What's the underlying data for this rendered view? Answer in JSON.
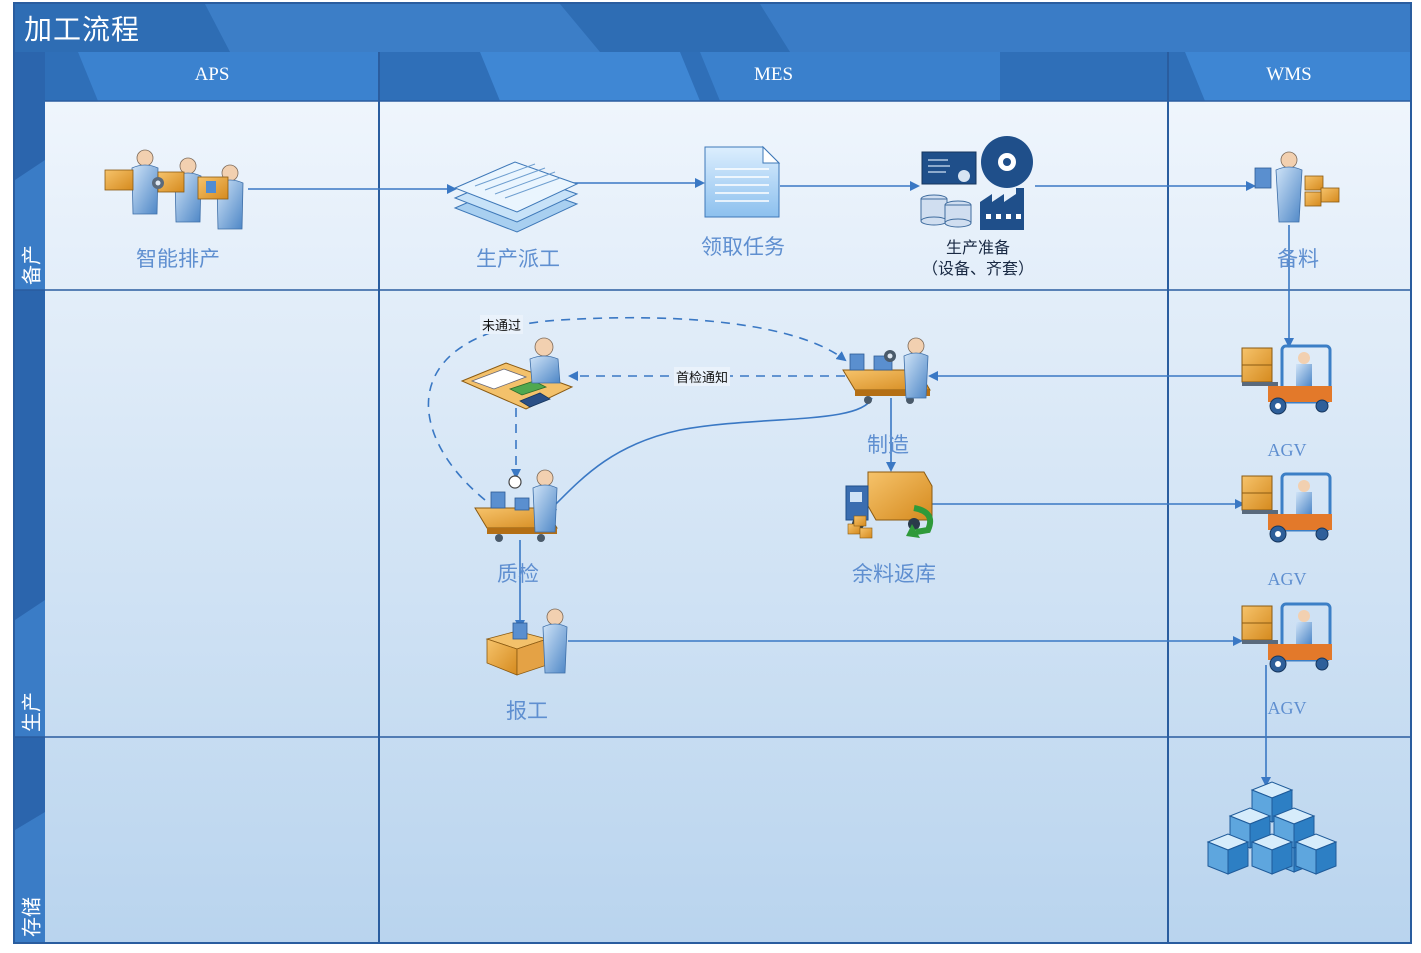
{
  "title": "加工流程",
  "columns": [
    {
      "id": "aps",
      "label": "APS"
    },
    {
      "id": "mes",
      "label": "MES"
    },
    {
      "id": "wms",
      "label": "WMS"
    }
  ],
  "lanes": [
    {
      "id": "prepare",
      "label": "备产"
    },
    {
      "id": "production",
      "label": "生产"
    },
    {
      "id": "storage",
      "label": "存储"
    }
  ],
  "nodes": {
    "smart_scheduling": "智能排产",
    "dispatch": "生产派工",
    "receive_task": "领取任务",
    "prep_line1": "生产准备",
    "prep_line2": "（设备、齐套）",
    "material_prep": "备料",
    "manufacture": "制造",
    "quality_check": "质检",
    "report": "报工",
    "return_material": "余料返库",
    "agv_1": "AGV",
    "agv_2": "AGV",
    "agv_3": "AGV"
  },
  "edge_labels": {
    "failed": "未通过",
    "first_inspection": "首检通知"
  },
  "colors": {
    "header_blue": "#2e6db4",
    "header_light": "#4a8fd6",
    "lane_stripe": "#2b65ad",
    "grid_line": "#2a5d9f",
    "flow_line": "#3a78c4",
    "label_blue": "#5f8fd0"
  }
}
